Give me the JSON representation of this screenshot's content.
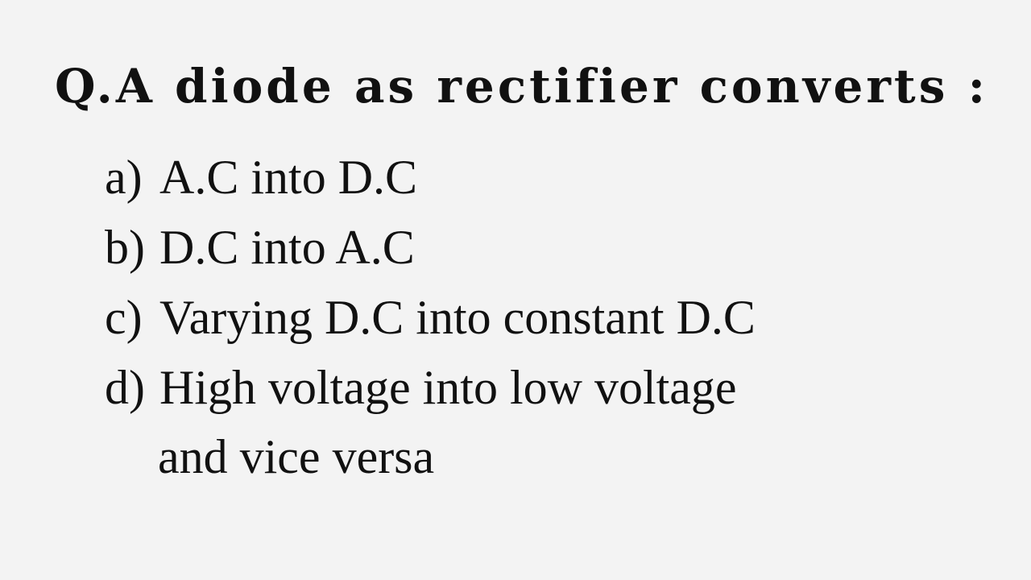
{
  "question": {
    "text": "Q.A diode as rectifier converts :"
  },
  "options": [
    {
      "letter": "a)",
      "text": "A.C into D.C"
    },
    {
      "letter": "b)",
      "text": "D.C into A.C"
    },
    {
      "letter": "c)",
      "text": "Varying D.C into constant D.C"
    },
    {
      "letter": "d)",
      "text": "High voltage into low voltage",
      "continuation": "and vice versa"
    }
  ]
}
